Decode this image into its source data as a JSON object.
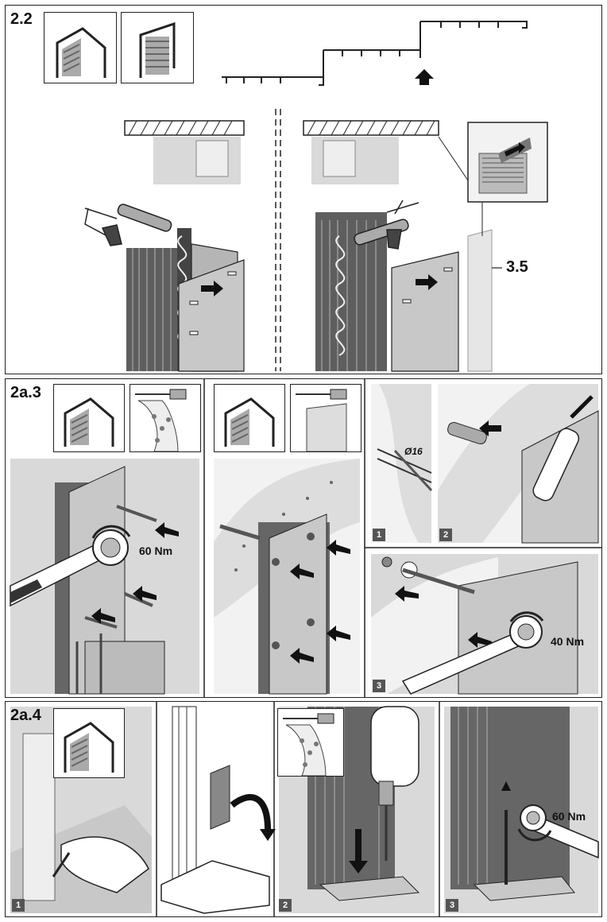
{
  "sections": {
    "s1": {
      "label": "2.2",
      "ref_label": "3.5"
    },
    "s2": {
      "label": "2a.3",
      "torque_a": "60 Nm",
      "torque_b": "40 Nm",
      "diameter": "Ø16",
      "step1": "1",
      "step2": "2",
      "step3": "3"
    },
    "s3": {
      "label": "2a.4",
      "torque": "60 Nm",
      "step1": "1",
      "step2": "2",
      "step3": "3"
    }
  },
  "colors": {
    "frame": "#222222",
    "panel_grey": "#d9d9d9",
    "dark_grey": "#6b6b6b",
    "arrow": "#111111"
  }
}
